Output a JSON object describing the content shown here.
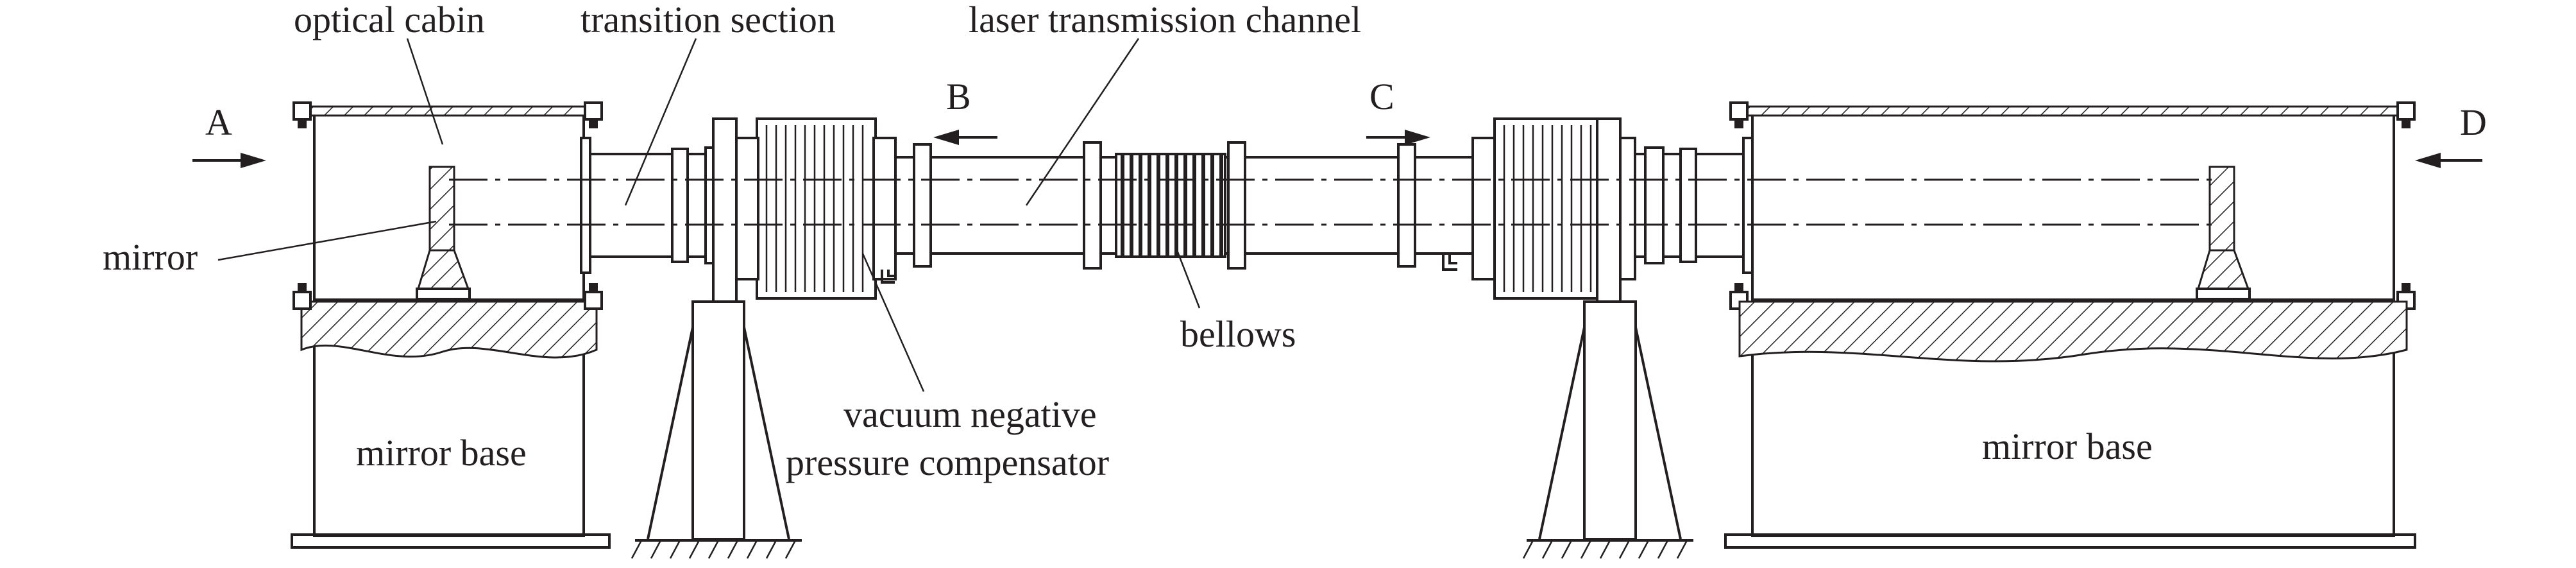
{
  "labels": {
    "optical_cabin": "optical cabin",
    "transition_section": "transition section",
    "laser_channel": "laser transmission channel",
    "mirror": "mirror",
    "bellows": "bellows",
    "compensator_line1": "vacuum negative",
    "compensator_line2": "pressure compensator",
    "mirror_base_left": "mirror base",
    "mirror_base_right": "mirror base"
  },
  "view_markers": {
    "a": "A",
    "b": "B",
    "c": "C",
    "d": "D"
  },
  "colors": {
    "line": "#231f20",
    "background": "#ffffff"
  }
}
